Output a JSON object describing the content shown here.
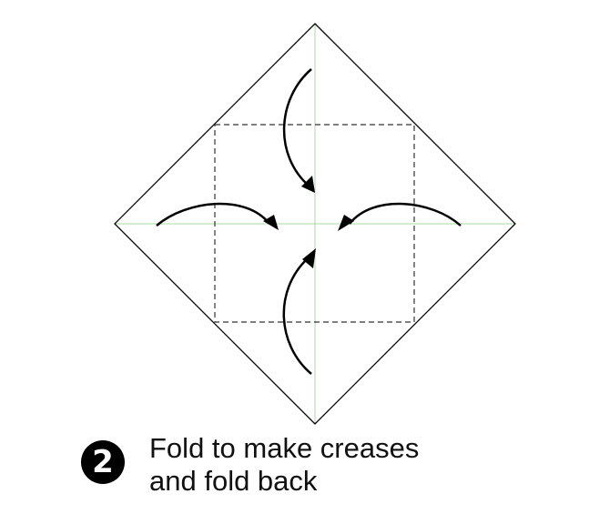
{
  "step": {
    "number": "2",
    "caption_lines": [
      "Fold to make creases",
      "and fold back"
    ]
  },
  "colors": {
    "paper_edge": "#000000",
    "crease_line": "#a8d8a0",
    "fold_line": "#333333",
    "arrow": "#000000"
  },
  "icons": {
    "arrows": [
      "arrow-top-icon",
      "arrow-left-icon",
      "arrow-right-icon",
      "arrow-bottom-icon"
    ]
  }
}
